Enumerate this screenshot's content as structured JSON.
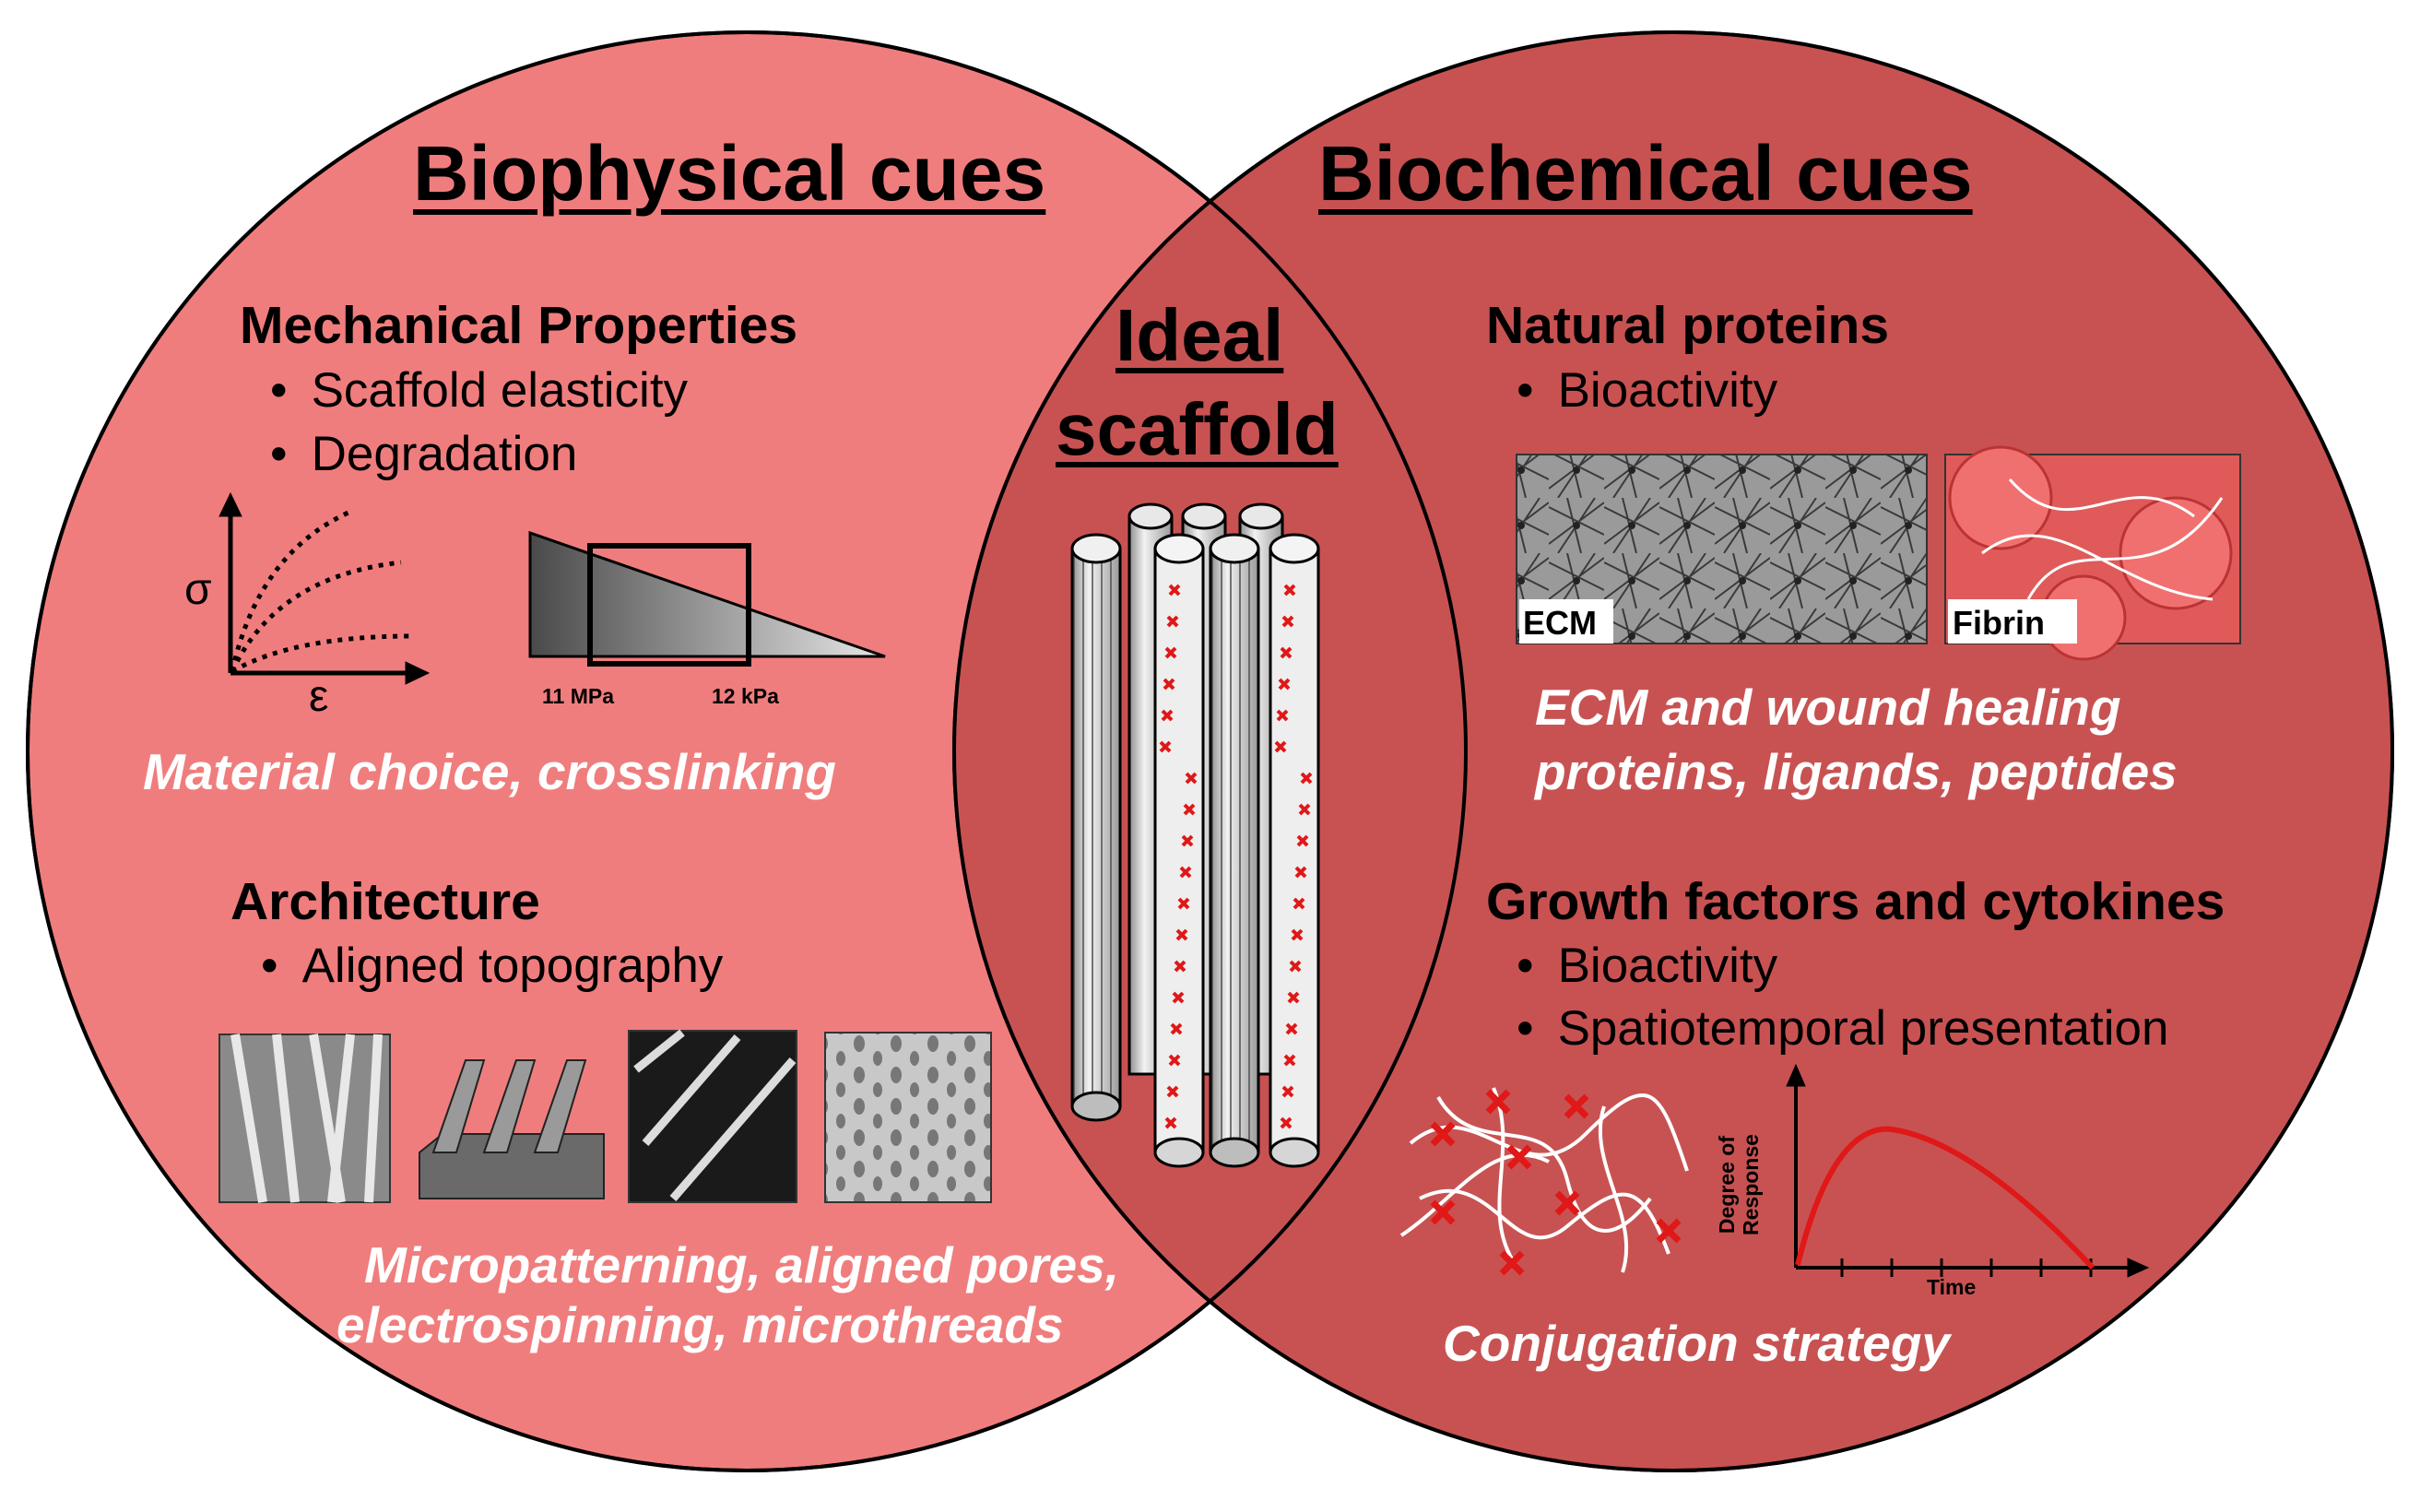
{
  "left": {
    "title": "Biophysical cues",
    "section1": {
      "heading": "Mechanical Properties",
      "bullets": [
        "Scaffold elasticity",
        "Degradation"
      ],
      "sigma": "σ",
      "epsilon": "ε",
      "gradient_left_label": "11 MPa",
      "gradient_right_label": "12 kPa",
      "italic": "Material choice, crosslinking"
    },
    "section2": {
      "heading": "Architecture",
      "bullets": [
        "Aligned topography"
      ],
      "italic_line1": "Micropatterning, aligned pores,",
      "italic_line2": "electrospinning, microthreads"
    }
  },
  "center": {
    "title_line1": "Ideal",
    "title_line2": "scaffold"
  },
  "right": {
    "title": "Biochemical cues",
    "section1": {
      "heading": "Natural proteins",
      "bullets": [
        "Bioactivity"
      ],
      "image1_label": "ECM",
      "image2_label": "Fibrin",
      "italic_line1": "ECM and wound healing",
      "italic_line2": "proteins, ligands, peptides"
    },
    "section2": {
      "heading": "Growth factors and cytokines",
      "bullets": [
        "Bioactivity",
        "Spatiotemporal presentation"
      ],
      "graph_ylabel_line1": "Degree of",
      "graph_ylabel_line2": "Response",
      "graph_xlabel": "Time",
      "italic": "Conjugation strategy"
    }
  },
  "colors": {
    "left_circle": "#f07d7d",
    "right_circle": "#b4b4b4",
    "overlap": "#c85252",
    "marker_red": "#e01818"
  }
}
